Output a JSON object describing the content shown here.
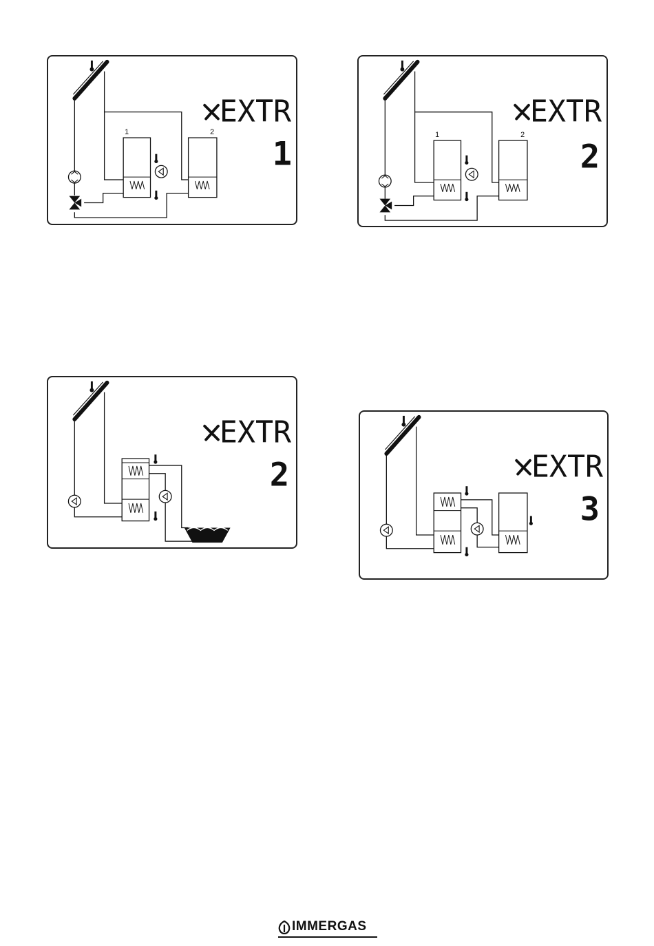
{
  "panels": [
    {
      "code": "EXTR",
      "number": "1",
      "tank_labels": [
        "1",
        "2"
      ]
    },
    {
      "code": "EXTR",
      "number": "2",
      "tank_labels": [
        "1",
        "2"
      ]
    },
    {
      "code": "EXTR",
      "number": "2"
    },
    {
      "code": "EXTR",
      "number": "3"
    }
  ],
  "brand": {
    "name": "IMMERGAS"
  },
  "icons": [
    "solar-collector-icon",
    "thermometer-icon",
    "pump-icon",
    "three-way-valve-icon",
    "coil-icon",
    "tool-icon",
    "pool-icon"
  ]
}
